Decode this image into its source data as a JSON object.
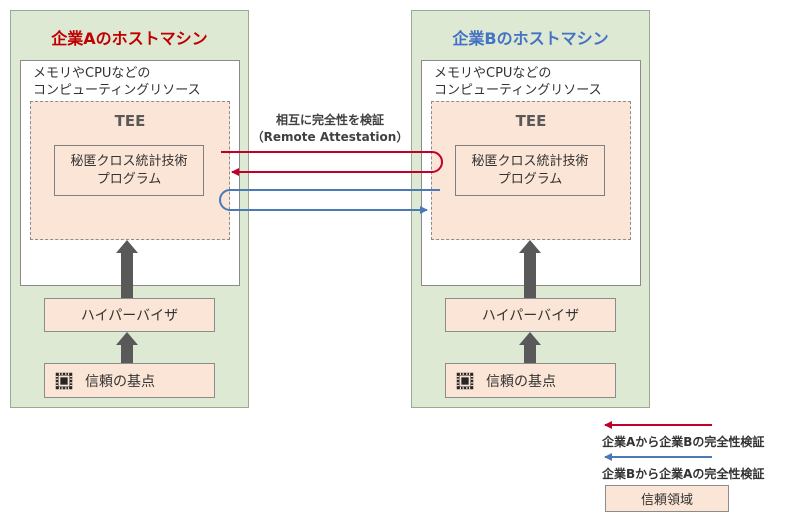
{
  "host_a": {
    "title": "企業Aのホストマシン",
    "compute_line1": "メモリやCPUなどの",
    "compute_line2": "コンピューティングリソース",
    "tee": "TEE",
    "program_line1": "秘匿クロス統計技術",
    "program_line2": "プログラム",
    "hypervisor": "ハイパーバイザ",
    "root_of_trust": "信頼の基点"
  },
  "host_b": {
    "title": "企業Bのホストマシン",
    "compute_line1": "メモリやCPUなどの",
    "compute_line2": "コンピューティングリソース",
    "tee": "TEE",
    "program_line1": "秘匿クロス統計技術",
    "program_line2": "プログラム",
    "hypervisor": "ハイパーバイザ",
    "root_of_trust": "信頼の基点"
  },
  "attestation": {
    "line1": "相互に完全性を検証",
    "line2": "（Remote Attestation）"
  },
  "legend": {
    "a_to_b": "企業Aから企業Bの完全性検証",
    "b_to_a": "企業Bから企業Aの完全性検証",
    "trust_domain": "信頼領域"
  },
  "colors": {
    "host_a_title": "#c00000",
    "host_b_title": "#4472c4",
    "arrow_a_to_b": "#c00028",
    "arrow_b_to_a": "#4a7ab5",
    "host_bg": "#dde9d3",
    "trust_bg": "#fbe5d6",
    "up_arrow": "#595959"
  },
  "icons": {
    "root_of_trust": "chip-icon"
  }
}
